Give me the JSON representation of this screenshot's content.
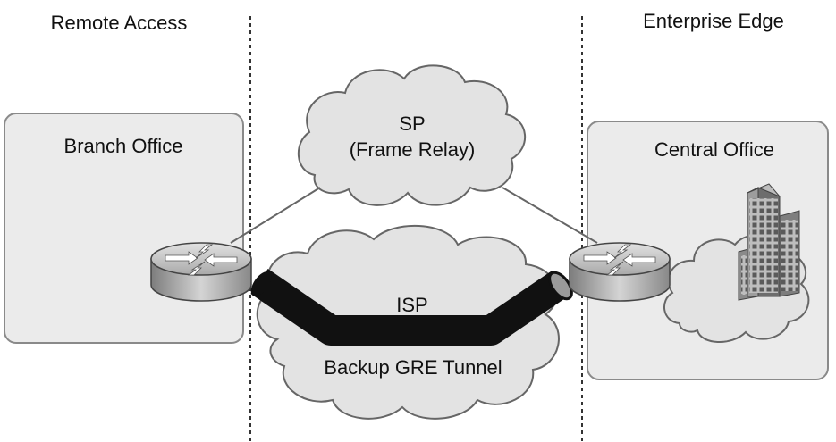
{
  "zones": {
    "left_title": "Remote Access",
    "right_title": "Enterprise Edge"
  },
  "branch": {
    "title": "Branch Office"
  },
  "central": {
    "title": "Central Office"
  },
  "sp_cloud": {
    "line1": "SP",
    "line2": "(Frame Relay)"
  },
  "isp_cloud": {
    "label": "ISP",
    "tunnel_label": "Backup GRE Tunnel"
  },
  "colors": {
    "office_fill": "#eaeaea",
    "office_stroke": "#8a8a8a",
    "cloud_fill": "#e3e3e3",
    "tunnel": "#111111"
  },
  "icons": {
    "left_router": "router-icon",
    "right_router": "router-icon",
    "building": "office-building-icon"
  }
}
